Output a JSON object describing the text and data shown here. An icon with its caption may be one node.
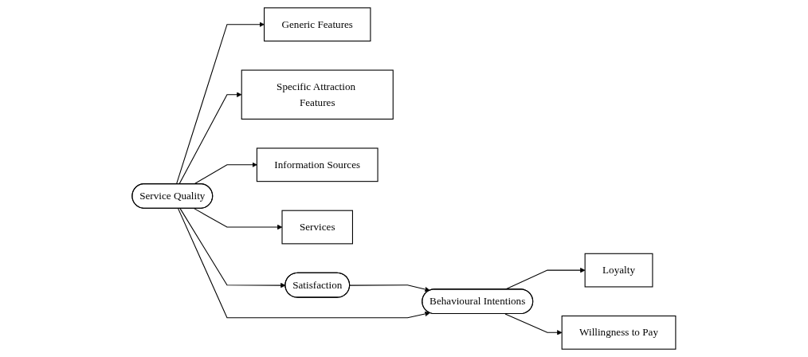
{
  "diagram": {
    "nodes": [
      {
        "text": [
          "Generic Features"
        ]
      },
      {
        "text": [
          "Specific Attraction Features"
        ]
      },
      {
        "text": [
          "Information Sources"
        ]
      },
      {
        "text": [
          "Services"
        ]
      },
      {
        "text": [
          "Satisfaction"
        ]
      },
      {
        "text": [
          "Service Quality"
        ]
      },
      {
        "text": [
          "Behavioural Intentions"
        ]
      },
      {
        "text": [
          "Loyalty"
        ]
      },
      {
        "text": [
          "Willingness to Pay"
        ]
      }
    ],
    "edges": [
      {
        "from": 5,
        "to": 0,
        "arrow": "to"
      },
      {
        "from": 5,
        "to": 1,
        "arrow": "to"
      },
      {
        "from": 5,
        "to": 2,
        "arrow": "to"
      },
      {
        "from": 5,
        "to": 3,
        "arrow": "to"
      },
      {
        "from": 5,
        "to": 4,
        "arrow": "to"
      },
      {
        "from": 4,
        "to": 6,
        "arrow": "to"
      },
      {
        "from": 5,
        "to": 6,
        "arrow": "to"
      },
      {
        "from": 6,
        "to": 7,
        "arrow": "to"
      },
      {
        "from": 6,
        "to": 8,
        "arrow": "to"
      }
    ]
  }
}
